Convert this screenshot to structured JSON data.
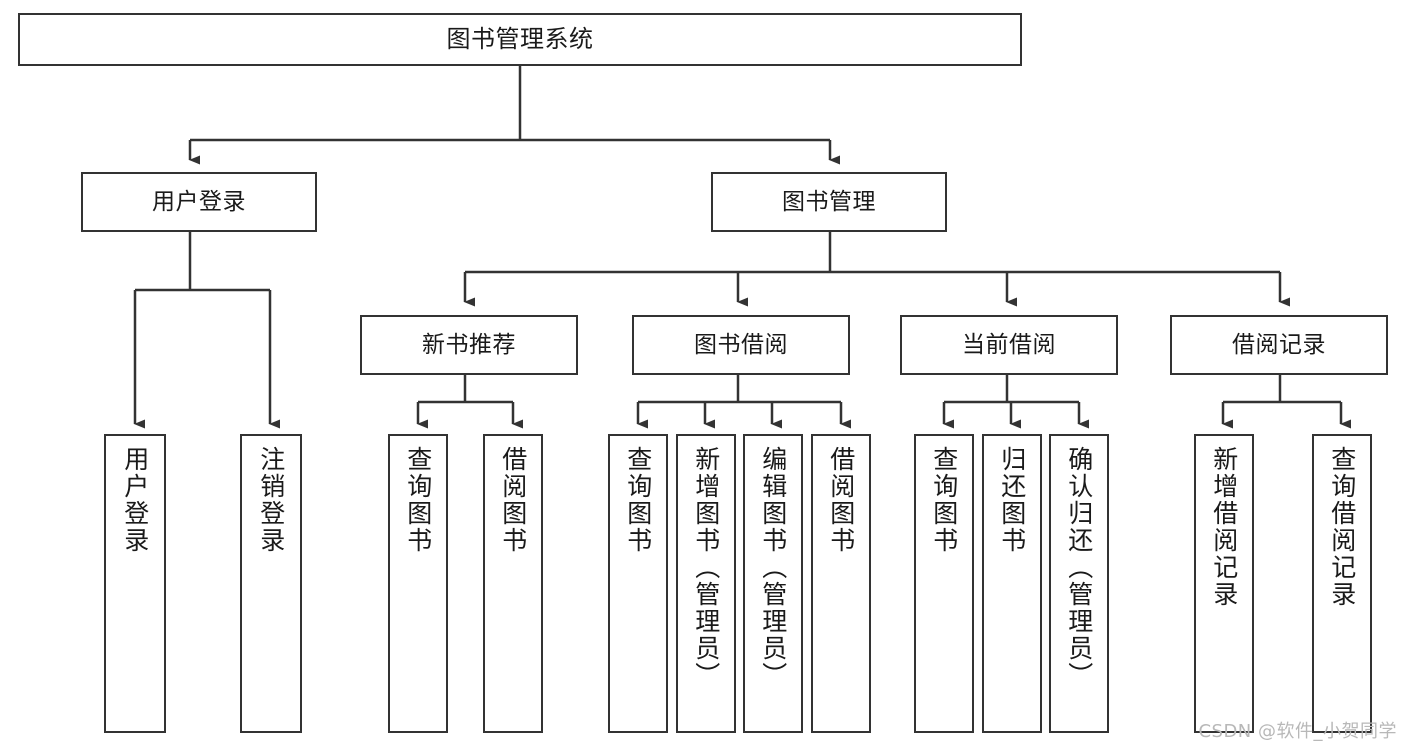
{
  "diagram": {
    "title": "图书管理系统",
    "type": "tree-hierarchy-chart",
    "watermark": "CSDN @软件_小贺同学",
    "colors": {
      "stroke": "#333333",
      "fill": "#ffffff",
      "text": "#1a1a1a",
      "watermark": "#b8b8b8"
    },
    "nodes": {
      "root": {
        "label": "图书管理系统"
      },
      "level1": [
        {
          "id": "user-login",
          "label": "用户登录"
        },
        {
          "id": "book-manage",
          "label": "图书管理"
        }
      ],
      "level2": [
        {
          "id": "new-book-recommend",
          "label": "新书推荐"
        },
        {
          "id": "book-borrow",
          "label": "图书借阅"
        },
        {
          "id": "current-borrow",
          "label": "当前借阅"
        },
        {
          "id": "borrow-record",
          "label": "借阅记录"
        }
      ],
      "leaves": {
        "user_login": [
          {
            "id": "leaf-user-login",
            "label": "用户登录"
          },
          {
            "id": "leaf-logout-login",
            "label": "注销登录"
          }
        ],
        "new_book_recommend": [
          {
            "id": "leaf-query-book-1",
            "label": "查询图书"
          },
          {
            "id": "leaf-borrow-book-1",
            "label": "借阅图书"
          }
        ],
        "book_borrow": [
          {
            "id": "leaf-query-book-2",
            "label": "查询图书"
          },
          {
            "id": "leaf-add-book",
            "label": "新增图书（管理员）"
          },
          {
            "id": "leaf-edit-book",
            "label": "编辑图书（管理员）"
          },
          {
            "id": "leaf-borrow-book-2",
            "label": "借阅图书"
          }
        ],
        "current_borrow": [
          {
            "id": "leaf-query-book-3",
            "label": "查询图书"
          },
          {
            "id": "leaf-return-book",
            "label": "归还图书"
          },
          {
            "id": "leaf-confirm-return",
            "label": "确认归还（管理员）"
          }
        ],
        "borrow_record": [
          {
            "id": "leaf-add-borrow-record",
            "label": "新增借阅记录"
          },
          {
            "id": "leaf-query-borrow-record",
            "label": "查询借阅记录"
          }
        ]
      }
    }
  }
}
